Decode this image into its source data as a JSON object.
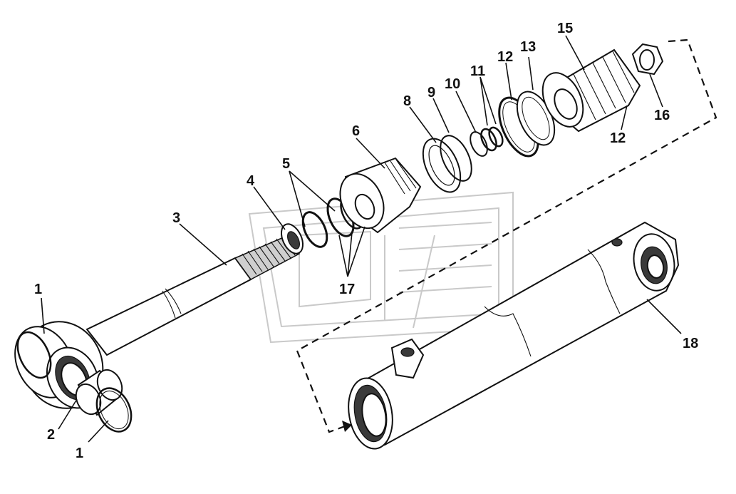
{
  "callouts": {
    "c1a": "1",
    "c1b": "1",
    "c2": "2",
    "c3": "3",
    "c4": "4",
    "c5": "5",
    "c6": "6",
    "c8": "8",
    "c9": "9",
    "c10": "10",
    "c11": "11",
    "c12a": "12",
    "c12b": "12",
    "c13": "13",
    "c15": "15",
    "c16": "16",
    "c17": "17",
    "c18": "18"
  },
  "colors": {
    "ink": "#111111",
    "watermark": "#c9c9c9",
    "background": "#ffffff"
  }
}
